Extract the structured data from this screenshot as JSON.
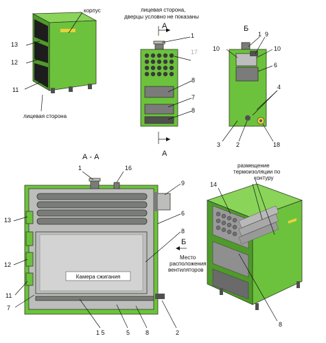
{
  "views": {
    "perspective": {
      "label_body": "корпус",
      "label_front": "лицевая сторона",
      "callouts": [
        "13",
        "12",
        "11"
      ]
    },
    "front": {
      "caption_line1": "лицевая сторона,",
      "caption_line2": "дверцы условно не показаны",
      "section_mark_top": "А",
      "section_mark_bottom": "А",
      "callouts": [
        "1",
        "17",
        "8",
        "7",
        "8"
      ]
    },
    "side_b": {
      "title": "Б",
      "callouts": [
        "1",
        "9",
        "10",
        "10",
        "6",
        "4",
        "3",
        "2",
        "18"
      ]
    },
    "section": {
      "title": "А - А",
      "chamber_label": "Камера сжигания",
      "direction_label": "Б",
      "fan_label_line1": "Место",
      "fan_label_line2": "расположения",
      "fan_label_line3": "вентиляторов",
      "callouts_top": [
        "1",
        "16"
      ],
      "callouts_right": [
        "9",
        "6",
        "8"
      ],
      "callouts_left": [
        "13",
        "12",
        "11",
        "7"
      ],
      "callouts_bottom": [
        "1 5",
        "5",
        "8",
        "2"
      ]
    },
    "cutaway": {
      "insulation_line1": "размещение",
      "insulation_line2": "термоизоляции по",
      "insulation_line3": "контуру",
      "callouts": [
        "14",
        "8"
      ]
    }
  },
  "colors": {
    "body_green": "#6cc23c",
    "steel_grey": "#7b7b7b",
    "door_black": "#1d1d1d",
    "accent_yellow": "#e8d23a"
  }
}
